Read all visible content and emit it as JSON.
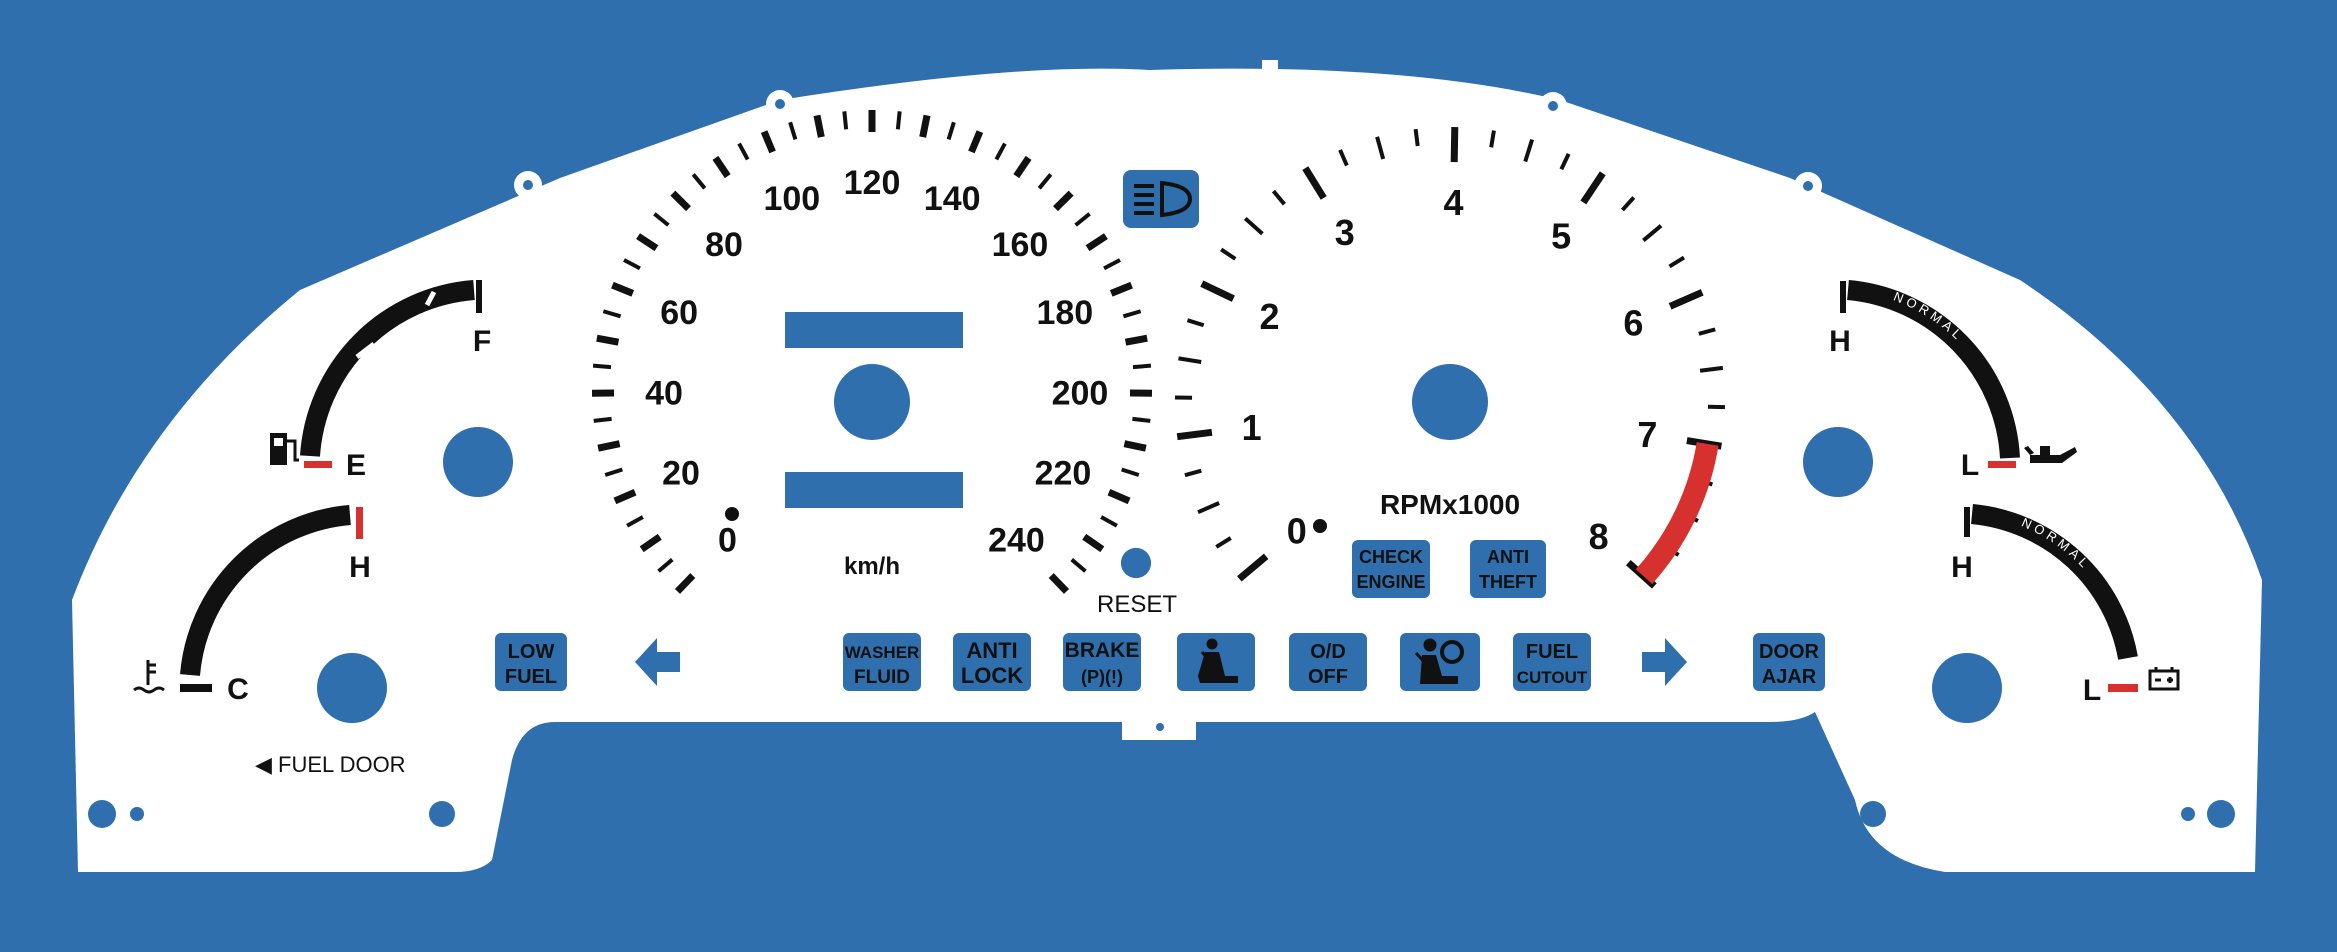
{
  "colors": {
    "background": "#2f6fad",
    "face": "#ffffff",
    "ink": "#111111",
    "indicator": "#2f6fad",
    "redline": "#d7312f"
  },
  "speedometer": {
    "labels": [
      "0",
      "20",
      "40",
      "60",
      "80",
      "100",
      "120",
      "140",
      "160",
      "180",
      "200",
      "220",
      "240"
    ],
    "unit": "km/h",
    "reset_label": "RESET"
  },
  "tachometer": {
    "labels": [
      "0",
      "1",
      "2",
      "3",
      "4",
      "5",
      "6",
      "7",
      "8"
    ],
    "unit": "RPMx1000",
    "redline_from": 7
  },
  "fuel_gauge": {
    "full_label": "F",
    "empty_label": "E",
    "icon": "fuel-pump-icon",
    "door_label": "◀ FUEL DOOR"
  },
  "temp_gauge": {
    "hot_label": "H",
    "cold_label": "C",
    "icon": "coolant-temp-icon"
  },
  "oil_gauge": {
    "high_label": "H",
    "low_label": "L",
    "normal_label": "NORMAL",
    "icon": "oil-can-icon"
  },
  "volt_gauge": {
    "high_label": "H",
    "low_label": "L",
    "normal_label": "NORMAL",
    "icon": "battery-icon"
  },
  "indicators": {
    "check_engine": [
      "CHECK",
      "ENGINE"
    ],
    "anti_theft": [
      "ANTI",
      "THEFT"
    ],
    "low_fuel": [
      "LOW",
      "FUEL"
    ],
    "washer_fluid": [
      "WASHER",
      "FLUID"
    ],
    "anti_lock": [
      "ANTI",
      "LOCK"
    ],
    "brake": [
      "BRAKE",
      "(P)(!)"
    ],
    "od_off": [
      "O/D",
      "OFF"
    ],
    "fuel_cutout": [
      "FUEL",
      "CUTOUT"
    ],
    "door_ajar": [
      "DOOR",
      "AJAR"
    ]
  }
}
